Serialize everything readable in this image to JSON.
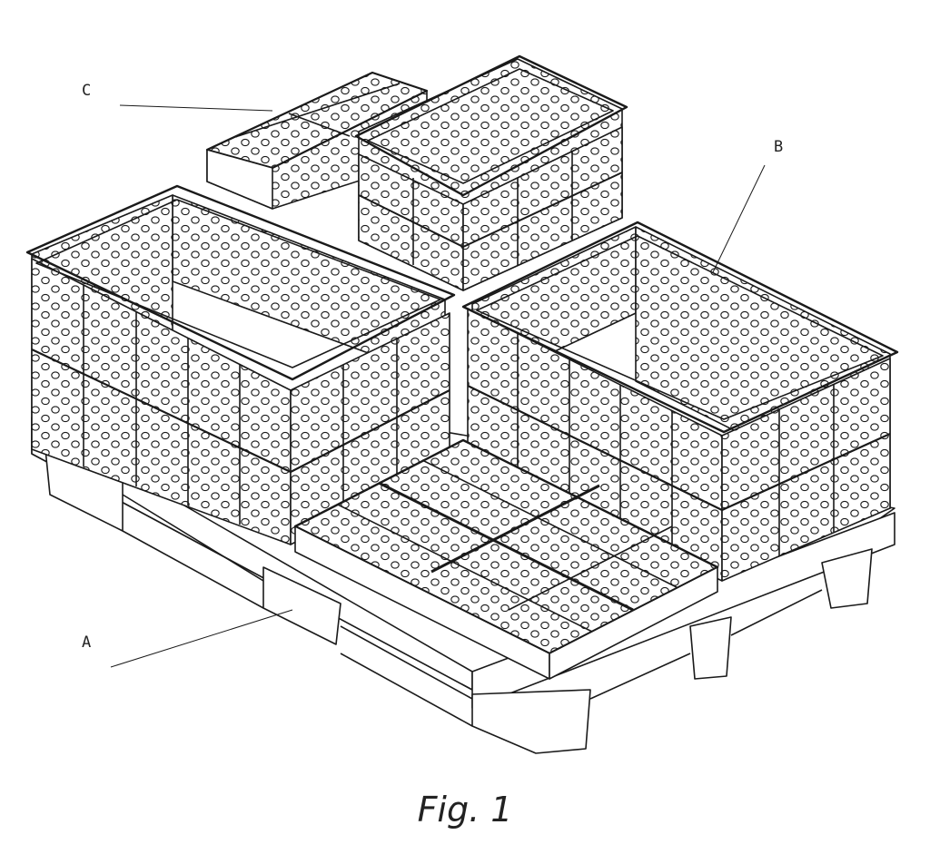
{
  "labels": {
    "a": "A",
    "b": "B",
    "c": "C"
  },
  "caption": "Fig. 1",
  "colors": {
    "line": "#1a1a1a",
    "background": "#ffffff",
    "fill": "#ffffff",
    "shade": "#f2f2f2"
  }
}
